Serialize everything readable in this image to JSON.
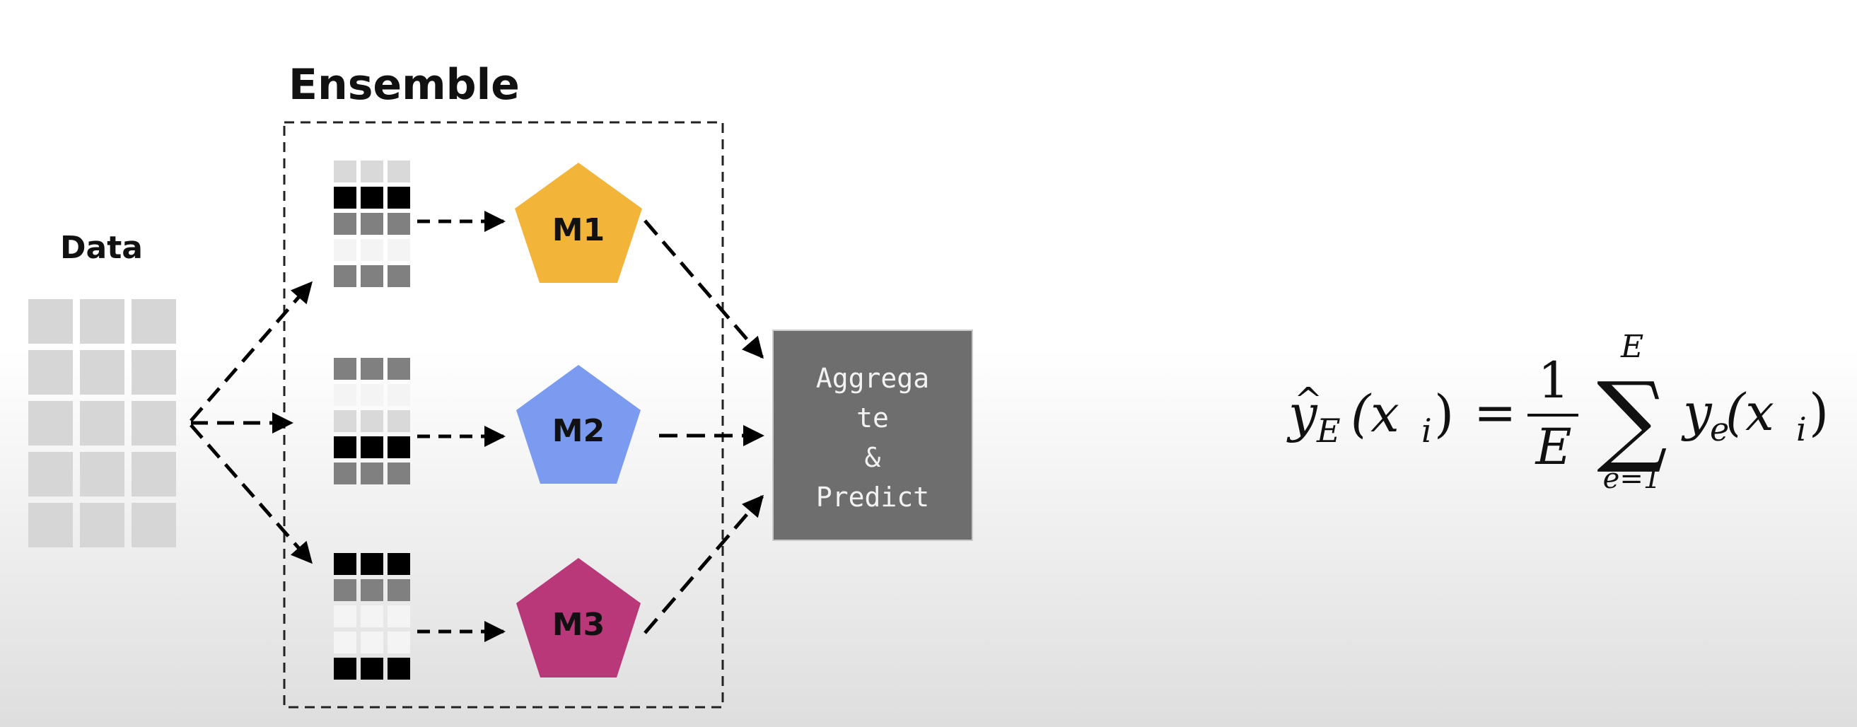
{
  "data_label": "Data",
  "ensemble_label": "Ensemble",
  "models": [
    {
      "label": "M1",
      "color": "#f2b53a"
    },
    {
      "label": "M2",
      "color": "#7b9bf0"
    },
    {
      "label": "M3",
      "color": "#b8387a"
    }
  ],
  "aggregate_lines": [
    "Aggrega",
    "te",
    "&",
    "Predict"
  ],
  "aggregate_color": "#6e6e6e",
  "formula": {
    "lhs_hat": "^",
    "lhs_y": "y",
    "lhs_sub": "E",
    "lhs_arg": "(x",
    "lhs_arg_sub": "i",
    "lhs_close": ")",
    "equals": "=",
    "frac_num": "1",
    "frac_den": "E",
    "sum_symbol": "∑",
    "sum_upper": "E",
    "sum_lower": "e=1",
    "rhs_y": "y",
    "rhs_sub": "e",
    "rhs_arg": "(x",
    "rhs_arg_sub": "i",
    "rhs_close": ")"
  },
  "subset_patterns": [
    [
      "light",
      "black",
      "gray",
      "white",
      "gray"
    ],
    [
      "gray",
      "white",
      "light",
      "black",
      "gray"
    ],
    [
      "black",
      "gray",
      "white",
      "white",
      "black"
    ]
  ],
  "cell_colors": {
    "light": "#d9d9d9",
    "black": "#000000",
    "gray": "#808080",
    "white": "#f4f4f4"
  }
}
